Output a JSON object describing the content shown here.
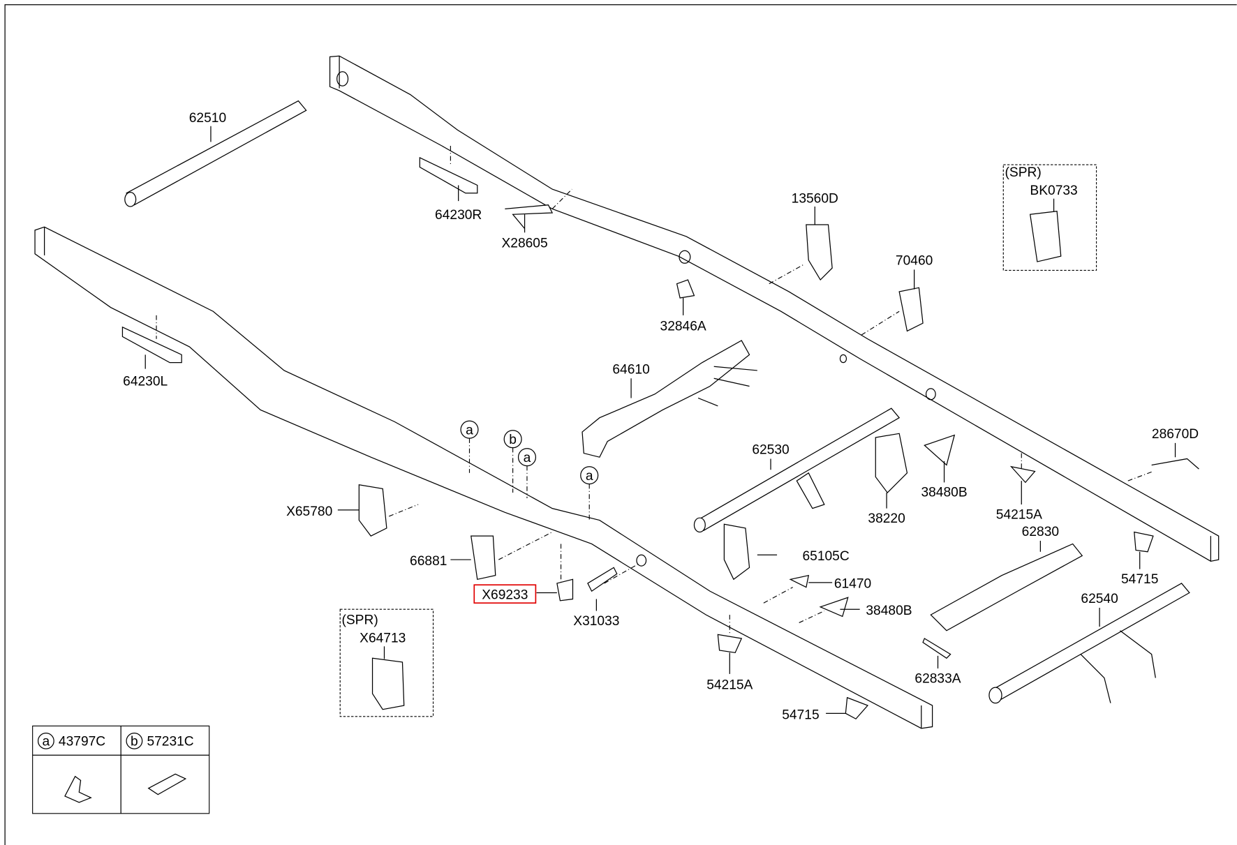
{
  "diagram": {
    "highlight_color": "#e00000",
    "parts": [
      {
        "id": "p1",
        "code": "62510"
      },
      {
        "id": "p2",
        "code": "64230R"
      },
      {
        "id": "p3",
        "code": "X28605"
      },
      {
        "id": "p4",
        "code": "64230L"
      },
      {
        "id": "p5",
        "code": "13560D"
      },
      {
        "id": "p6",
        "code": "32846A"
      },
      {
        "id": "p7",
        "code": "70460"
      },
      {
        "id": "p8",
        "code": "64610"
      },
      {
        "id": "p9",
        "code": "62530"
      },
      {
        "id": "p10",
        "code": "38220"
      },
      {
        "id": "p11",
        "code": "38480B"
      },
      {
        "id": "p12",
        "code": "54215A"
      },
      {
        "id": "p13",
        "code": "28670D"
      },
      {
        "id": "p14",
        "code": "X65780"
      },
      {
        "id": "p15",
        "code": "66881"
      },
      {
        "id": "p16",
        "code": "X69233",
        "highlighted": true
      },
      {
        "id": "p17",
        "code": "X31033"
      },
      {
        "id": "p18",
        "code": "65105C"
      },
      {
        "id": "p19",
        "code": "61470"
      },
      {
        "id": "p20",
        "code": "38480B"
      },
      {
        "id": "p21",
        "code": "62830"
      },
      {
        "id": "p22",
        "code": "54715"
      },
      {
        "id": "p23",
        "code": "62540"
      },
      {
        "id": "p24",
        "code": "54215A"
      },
      {
        "id": "p25",
        "code": "62833A"
      },
      {
        "id": "p26",
        "code": "54715"
      }
    ],
    "spr_boxes": [
      {
        "tag": "(SPR)",
        "code": "BK0733"
      },
      {
        "tag": "(SPR)",
        "code": "X64713"
      }
    ],
    "callouts": {
      "a": "a",
      "b": "b"
    },
    "legend": [
      {
        "key": "a",
        "code": "43797C"
      },
      {
        "key": "b",
        "code": "57231C"
      }
    ]
  }
}
